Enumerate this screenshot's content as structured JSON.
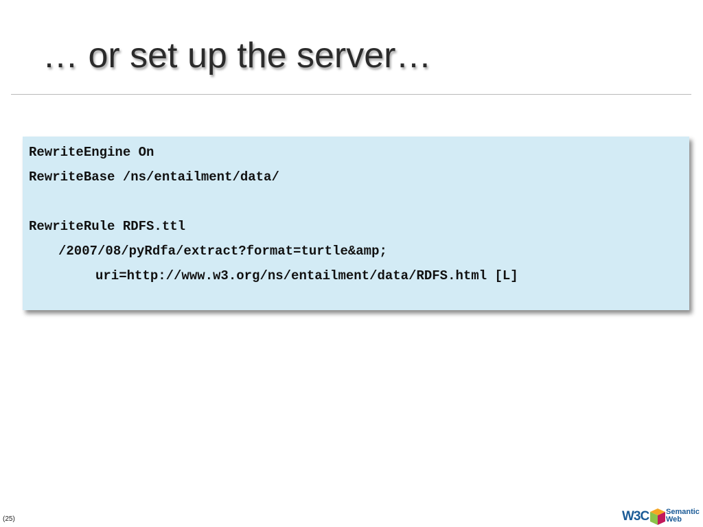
{
  "slide": {
    "title": "… or set up the server…",
    "page_number": "(25)"
  },
  "code_block": {
    "lines": [
      "RewriteEngine On",
      "RewriteBase /ns/entailment/data/",
      "",
      "RewriteRule RDFS.ttl",
      "/2007/08/pyRdfa/extract?format=turtle&amp;",
      "uri=http://www.w3.org/ns/entailment/data/RDFS.html [L]"
    ],
    "background_color": "#d3ebf5"
  },
  "logo": {
    "w3c_text": "W3C",
    "line1": "Semantic",
    "line2": "Web",
    "icon": "semantic-web-cube-icon",
    "colors": {
      "w3c_blue": "#1a5a96",
      "cube_top": "#f5a623",
      "cube_left": "#8bc34a",
      "cube_right": "#c2185b"
    }
  }
}
